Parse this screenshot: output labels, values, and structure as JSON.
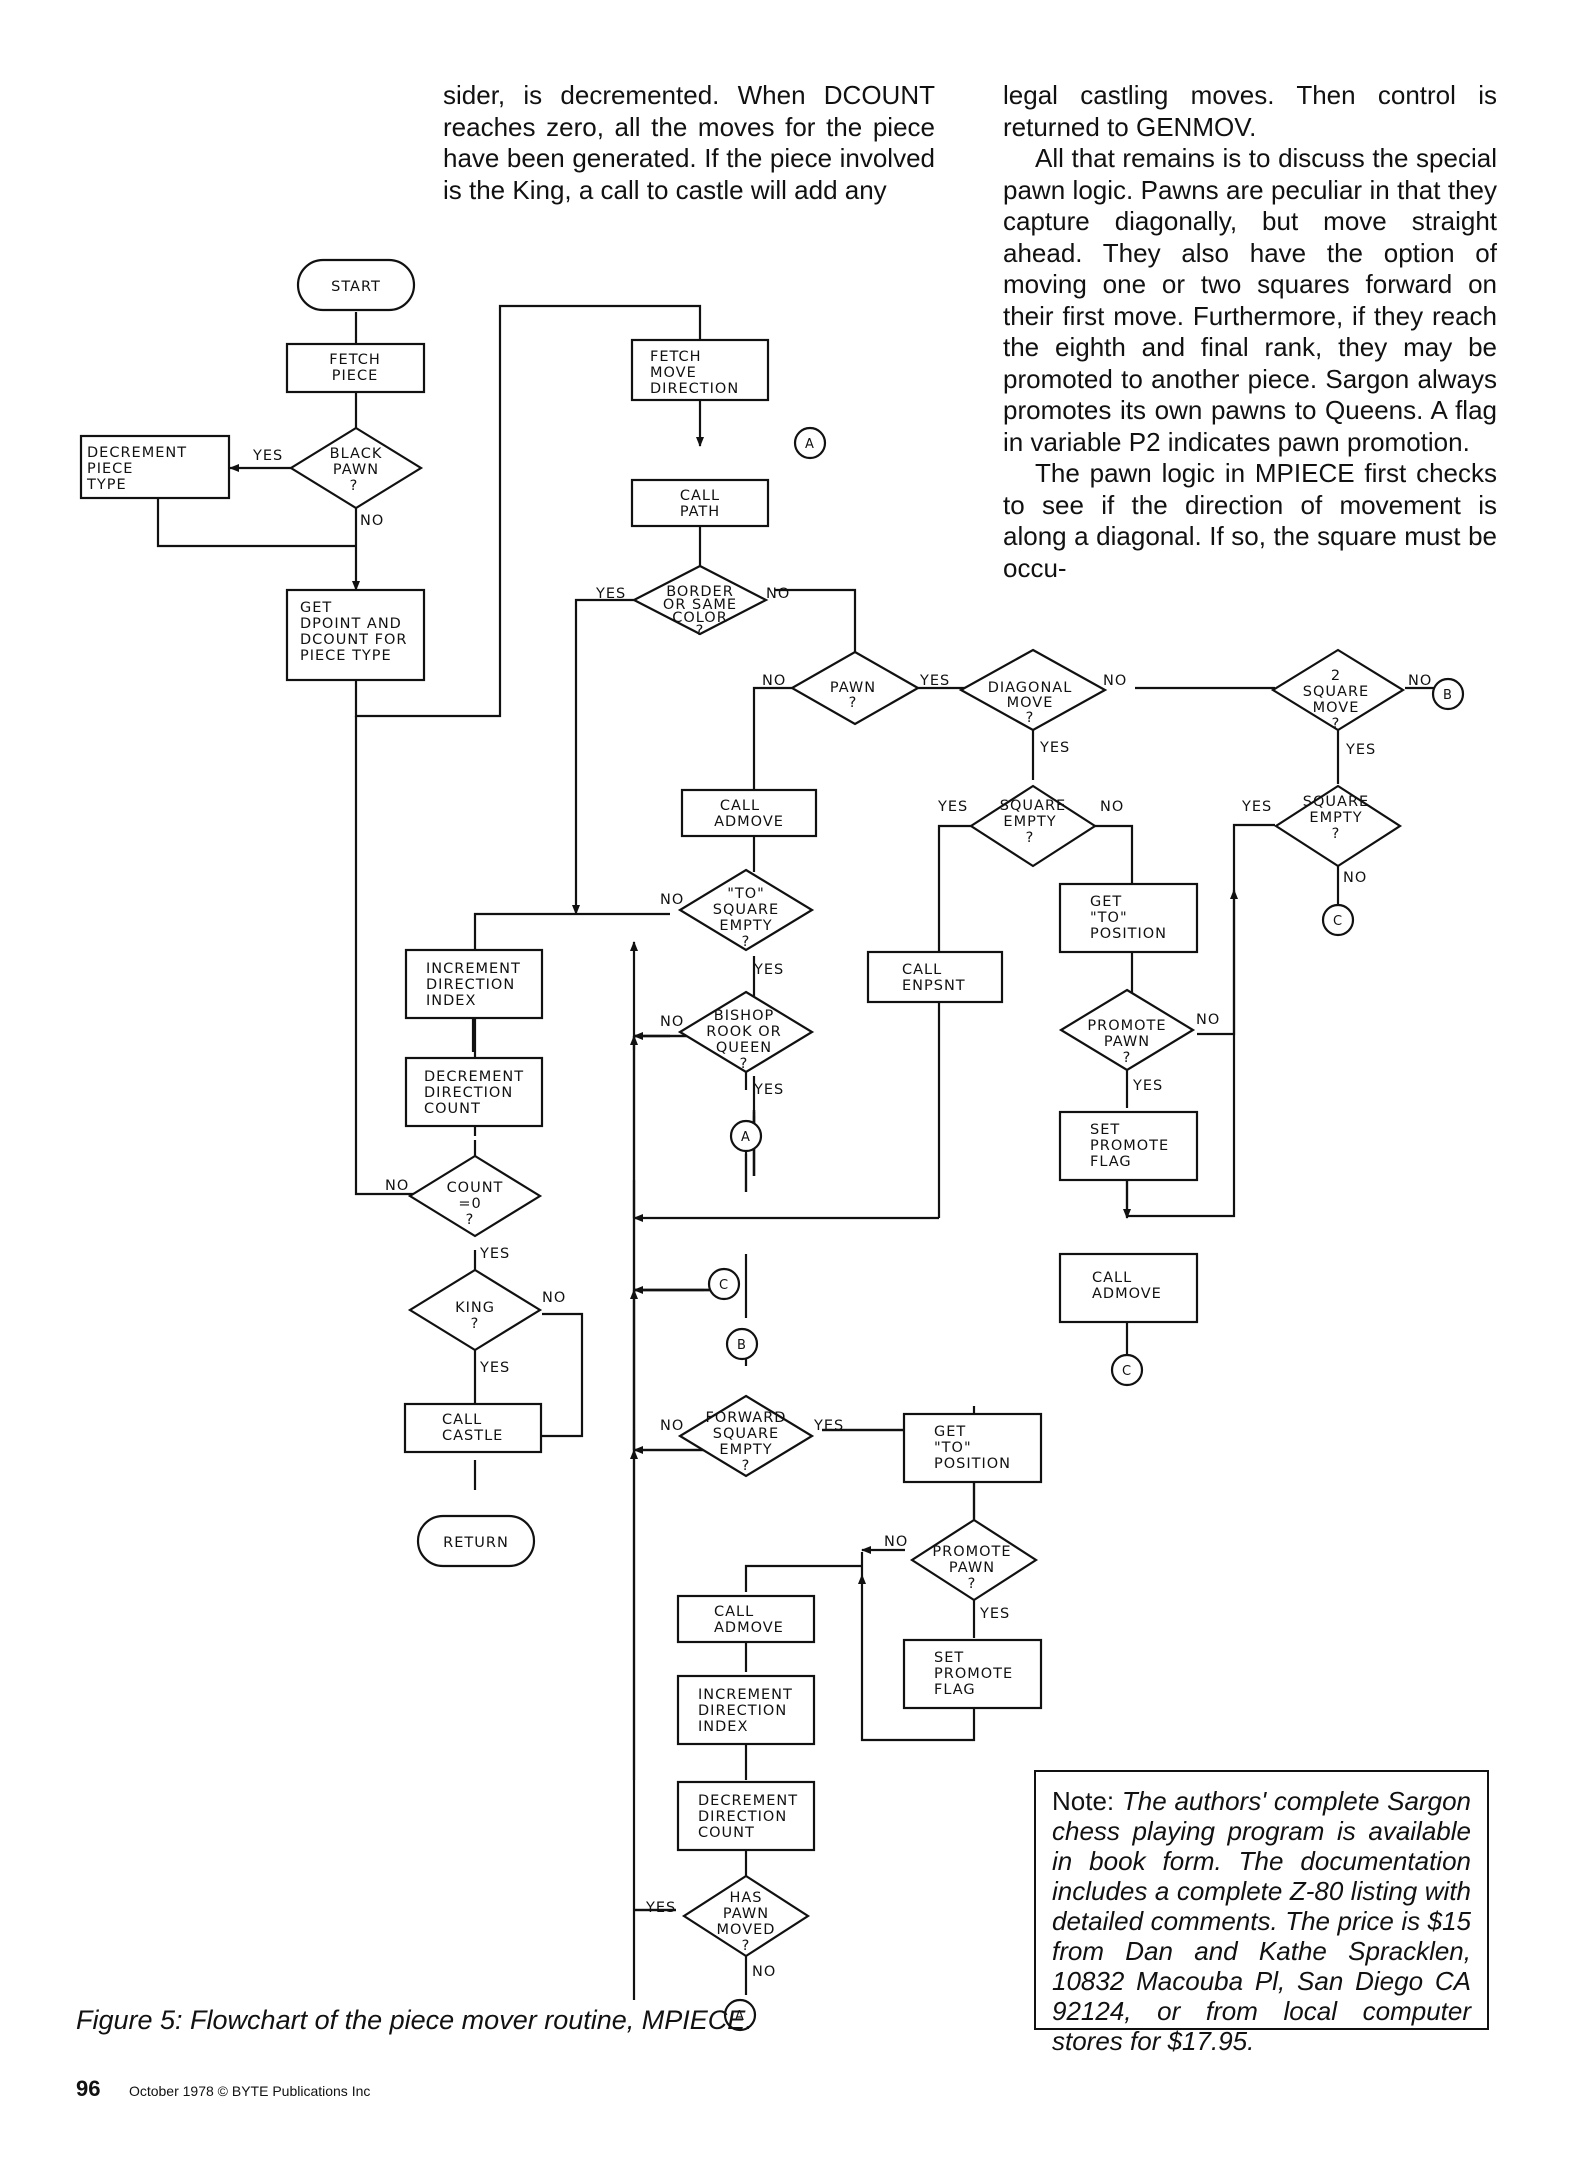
{
  "text_columns": {
    "col1": [
      "sider, is decremented. When DCOUNT reaches zero, all the moves for the piece have been generated. If the piece involved is the King, a call to castle will add any"
    ],
    "col2": [
      "legal castling moves. Then control is returned to GENMOV.",
      "All that remains is to discuss the special pawn logic. Pawns are peculiar in that they capture diagonally, but move straight ahead. They also have the option of moving one or two squares forward on their first move. Furthermore, if they reach the eighth and final rank, they may be promoted to another piece. Sargon always promotes its own pawns to Queens. A flag in variable P2 indicates pawn promotion.",
      "The pawn logic in MPIECE first checks to see if the direction of movement is along a diagonal. If so, the square must be occu-"
    ]
  },
  "flowchart": {
    "terminals": [
      {
        "id": "start",
        "lines": [
          "START"
        ]
      },
      {
        "id": "return",
        "lines": [
          "RETURN"
        ]
      }
    ],
    "processes": [
      {
        "id": "fetch_piece",
        "lines": [
          "FETCH",
          "PIECE"
        ]
      },
      {
        "id": "decrement_piece_type",
        "lines": [
          "DECREMENT",
          "PIECE",
          "TYPE"
        ]
      },
      {
        "id": "get_dpoint",
        "lines": [
          "GET",
          "DPOINT AND",
          "DCOUNT FOR",
          "PIECE TYPE"
        ]
      },
      {
        "id": "fetch_move_direction",
        "lines": [
          "FETCH",
          "MOVE",
          "DIRECTION"
        ]
      },
      {
        "id": "call_path",
        "lines": [
          "CALL",
          "PATH"
        ]
      },
      {
        "id": "call_admove_1",
        "lines": [
          "CALL",
          "ADMOVE"
        ]
      },
      {
        "id": "increment_direction_index_1",
        "lines": [
          "INCREMENT",
          "DIRECTION",
          "INDEX"
        ]
      },
      {
        "id": "decrement_direction_count_1",
        "lines": [
          "DECREMENT",
          "DIRECTION",
          "COUNT"
        ]
      },
      {
        "id": "call_castle",
        "lines": [
          "CALL",
          "CASTLE"
        ]
      },
      {
        "id": "call_enpsnt",
        "lines": [
          "CALL",
          "ENPSNT"
        ]
      },
      {
        "id": "get_to_position_1",
        "lines": [
          "GET",
          "\"TO\"",
          "POSITION"
        ]
      },
      {
        "id": "set_promote_flag_1",
        "lines": [
          "SET",
          "PROMOTE",
          "FLAG"
        ]
      },
      {
        "id": "call_admove_2",
        "lines": [
          "CALL",
          "ADMOVE"
        ]
      },
      {
        "id": "get_to_position_2",
        "lines": [
          "GET",
          "\"TO\"",
          "POSITION"
        ]
      },
      {
        "id": "set_promote_flag_2",
        "lines": [
          "SET",
          "PROMOTE",
          "FLAG"
        ]
      },
      {
        "id": "call_admove_3",
        "lines": [
          "CALL",
          "ADMOVE"
        ]
      },
      {
        "id": "increment_direction_index_2",
        "lines": [
          "INCREMENT",
          "DIRECTION",
          "INDEX"
        ]
      },
      {
        "id": "decrement_direction_count_2",
        "lines": [
          "DECREMENT",
          "DIRECTION",
          "COUNT"
        ]
      }
    ],
    "decisions": [
      {
        "id": "black_pawn",
        "lines": [
          "BLACK",
          "PAWN",
          "?"
        ]
      },
      {
        "id": "border_same_color",
        "lines": [
          "BORDER",
          "OR SAME",
          "COLOR",
          "?"
        ]
      },
      {
        "id": "pawn",
        "lines": [
          "PAWN",
          "?"
        ]
      },
      {
        "id": "diagonal_move",
        "lines": [
          "DIAGONAL",
          "MOVE",
          "?"
        ]
      },
      {
        "id": "two_square_move",
        "lines": [
          "2",
          "SQUARE",
          "MOVE",
          "?"
        ]
      },
      {
        "id": "to_square_empty",
        "lines": [
          "\"TO\"",
          "SQUARE",
          "EMPTY",
          "?"
        ]
      },
      {
        "id": "bishop_rook_queen",
        "lines": [
          "BISHOP",
          "ROOK OR",
          "QUEEN",
          "?"
        ]
      },
      {
        "id": "count_zero",
        "lines": [
          "COUNT",
          "=0",
          "?"
        ]
      },
      {
        "id": "king",
        "lines": [
          "KING",
          "?"
        ]
      },
      {
        "id": "square_empty_1",
        "lines": [
          "SQUARE",
          "EMPTY",
          "?"
        ]
      },
      {
        "id": "square_empty_2",
        "lines": [
          "SQUARE",
          "EMPTY",
          "?"
        ]
      },
      {
        "id": "promote_pawn_1",
        "lines": [
          "PROMOTE",
          "PAWN",
          "?"
        ]
      },
      {
        "id": "forward_square_empty",
        "lines": [
          "FORWARD",
          "SQUARE",
          "EMPTY",
          "?"
        ]
      },
      {
        "id": "promote_pawn_2",
        "lines": [
          "PROMOTE",
          "PAWN",
          "?"
        ]
      },
      {
        "id": "has_pawn_moved",
        "lines": [
          "HAS",
          "PAWN",
          "MOVED",
          "?"
        ]
      }
    ],
    "connectors": [
      "A",
      "A",
      "A",
      "B",
      "B",
      "C",
      "C",
      "C"
    ],
    "yes_label": "YES",
    "no_label": "NO"
  },
  "caption": "Figure 5: Flowchart of the piece mover routine, MPIECE.",
  "note": {
    "label": "Note:",
    "text": "The authors' complete Sargon chess playing program is available in book form. The documentation includes a complete Z-80 listing with detailed comments. The price is $15 from Dan and Kathe Spracklen, 10832 Macouba Pl, San Diego CA 92124, or from local computer stores for $17.95."
  },
  "footer": {
    "page_number": "96",
    "copyright": "October 1978 © BYTE Publications Inc"
  }
}
